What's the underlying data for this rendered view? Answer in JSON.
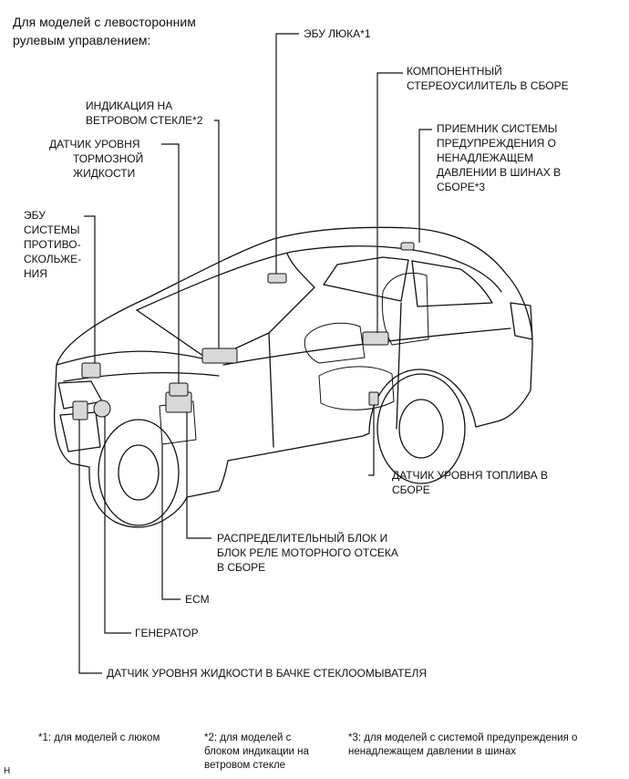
{
  "header": {
    "line1": "Для моделей с левосторонним",
    "line2": "рулевым управлением:"
  },
  "labels": {
    "sunroof_ecu": "ЭБУ ЛЮКА*1",
    "stereo_amp": [
      "КОМПОНЕНТНЫЙ",
      "СТЕРЕОУСИЛИТЕЛЬ В СБОРЕ"
    ],
    "hud": [
      "ИНДИКАЦИЯ НА",
      "ВЕТРОВОМ СТЕКЛЕ*2"
    ],
    "brake_fluid": [
      "ДАТЧИК УРОВНЯ",
      "ТОРМОЗНОЙ",
      "ЖИДКОСТИ"
    ],
    "tpms": [
      "ПРИЕМНИК СИСТЕМЫ",
      "ПРЕДУПРЕЖДЕНИЯ О",
      "НЕНАДЛЕЖАЩЕМ",
      "ДАВЛЕНИИ В ШИНАХ В",
      "СБОРЕ*3"
    ],
    "skid_ecu": [
      "ЭБУ",
      "СИСТЕМЫ",
      "ПРОТИВО-",
      "СКОЛЬЖЕ-",
      "НИЯ"
    ],
    "fuel_level": [
      "ДАТЧИК УРОВНЯ ТОПЛИВА В",
      "СБОРЕ"
    ],
    "relay_block": [
      "РАСПРЕДЕЛИТЕЛЬНЫЙ БЛОК И",
      "БЛОК РЕЛЕ МОТОРНОГО ОТСЕКА",
      "В СБОРЕ"
    ],
    "ecm": "ECM",
    "generator": "ГЕНЕРАТОР",
    "washer_level": "ДАТЧИК УРОВНЯ ЖИДКОСТИ В БАЧКЕ СТЕКЛООМЫВАТЕЛЯ"
  },
  "footnotes": {
    "note1": "*1: для моделей с люком",
    "note2": [
      "*2: для моделей с",
      "блоком индикации на",
      "ветровом стекле"
    ],
    "note3": [
      "*3: для моделей с системой предупреждения о",
      "ненадлежащем давлении в шинах"
    ]
  },
  "corner_mark": "H"
}
